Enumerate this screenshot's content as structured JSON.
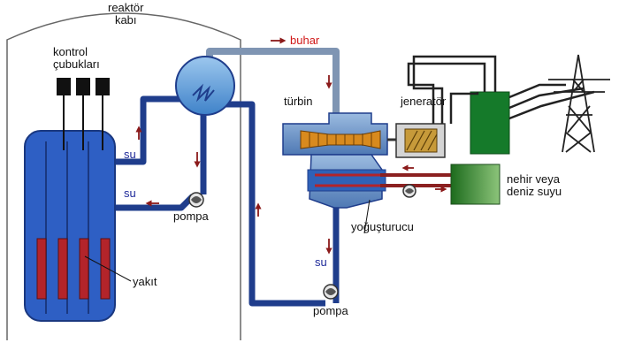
{
  "labels": {
    "reactor_vessel": [
      "reaktör",
      "kabı"
    ],
    "control_rods": [
      "kontrol",
      "çubukları"
    ],
    "steam": "buhar",
    "turbine": "türbin",
    "generator": "jeneratör",
    "water_upper": "su",
    "water_lower": "su",
    "pump_primary": "pompa",
    "pump_secondary": "pompa",
    "condenser": "yoğuşturucu",
    "water_condensate": "su",
    "fuel": "yakıt",
    "cooling_source": [
      "nehir veya",
      "deniz suyu"
    ]
  },
  "colors": {
    "pipe": "#1f3d8c",
    "reactor_core": "#2e5fc4",
    "fuel_rod": "#b3242a",
    "control_rod": "#111111",
    "steam_pipe": "#7f95b3",
    "steam_generator": "#5b9ad8",
    "turbine_body": "#6f98c9",
    "turbine_rotor": "#d88a1e",
    "generator": "#c79a3a",
    "transformer": "#157a2a",
    "cooling_box": "#2f8a2a",
    "arrow": "#8b1a1a",
    "steam_label": "#d01818",
    "water_label": "#1f2a9a"
  }
}
